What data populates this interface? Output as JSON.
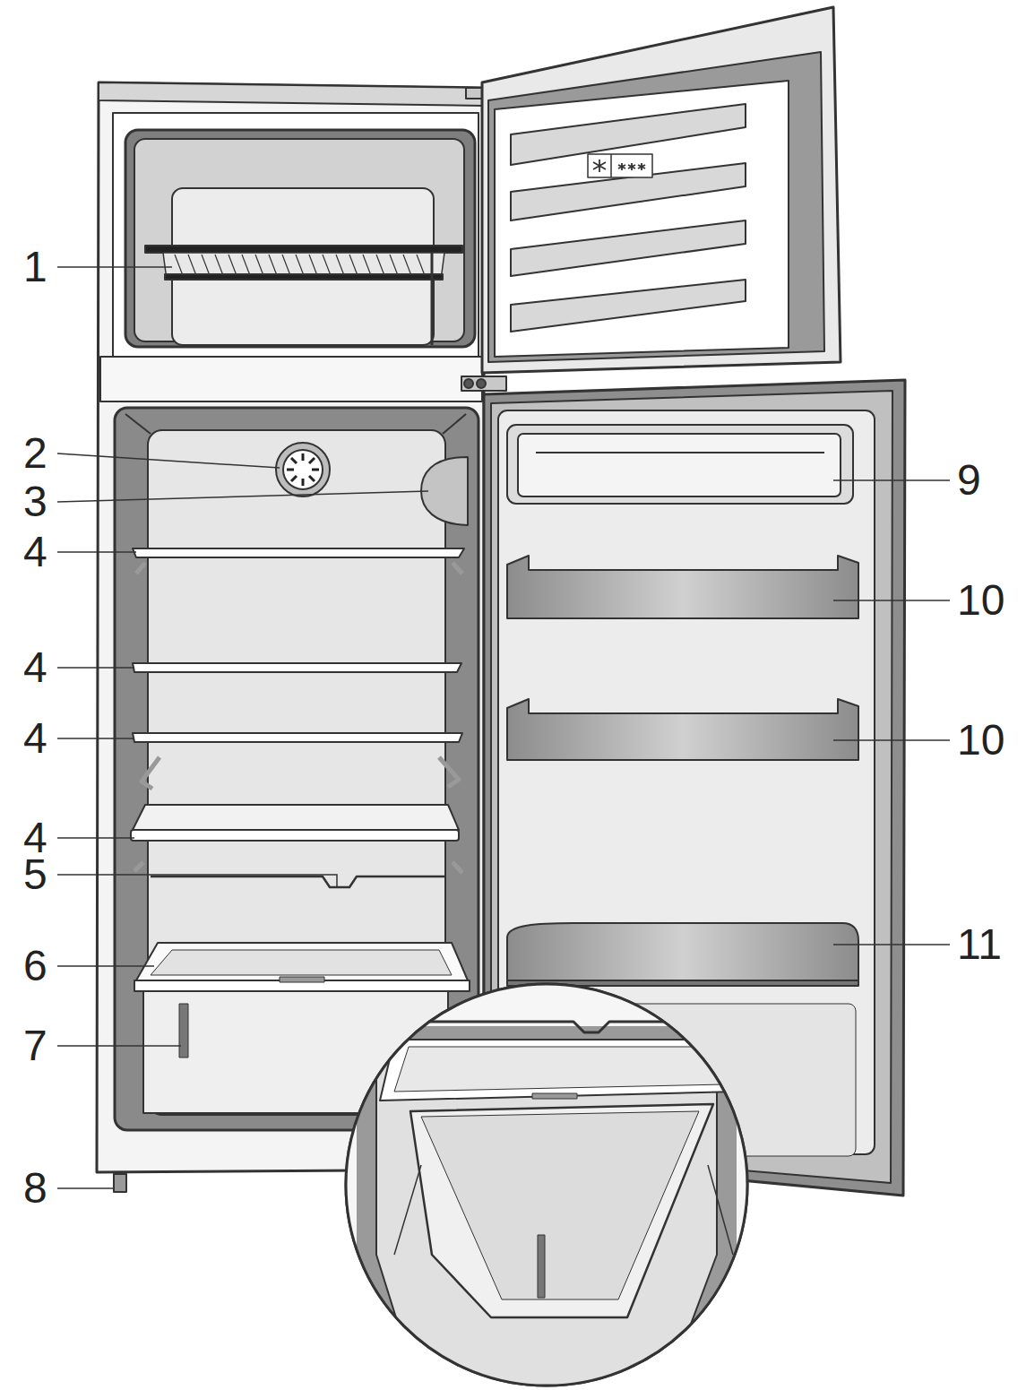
{
  "diagram": {
    "labels": [
      "1",
      "2",
      "3",
      "4",
      "4",
      "4",
      "4",
      "5",
      "6",
      "7",
      "8",
      "9",
      "10",
      "10",
      "11"
    ]
  }
}
